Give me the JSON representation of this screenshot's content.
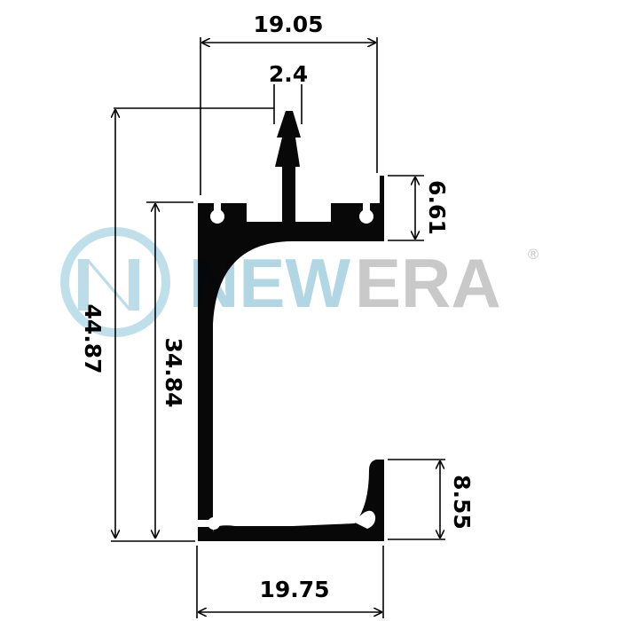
{
  "watermark": {
    "brand_left": "NEW",
    "brand_right": "ERA",
    "registered": "®",
    "color_blue": "#a9d3e3",
    "color_gray": "#c4c4c4"
  },
  "dimensions": {
    "top_width": "19.05",
    "stem_width": "2.4",
    "overall_height": "44.87",
    "inner_height": "34.84",
    "right_top_height": "6.61",
    "right_bottom_height": "8.55",
    "bottom_width": "19.75"
  },
  "colors": {
    "profile": "#000000",
    "background": "#ffffff"
  }
}
